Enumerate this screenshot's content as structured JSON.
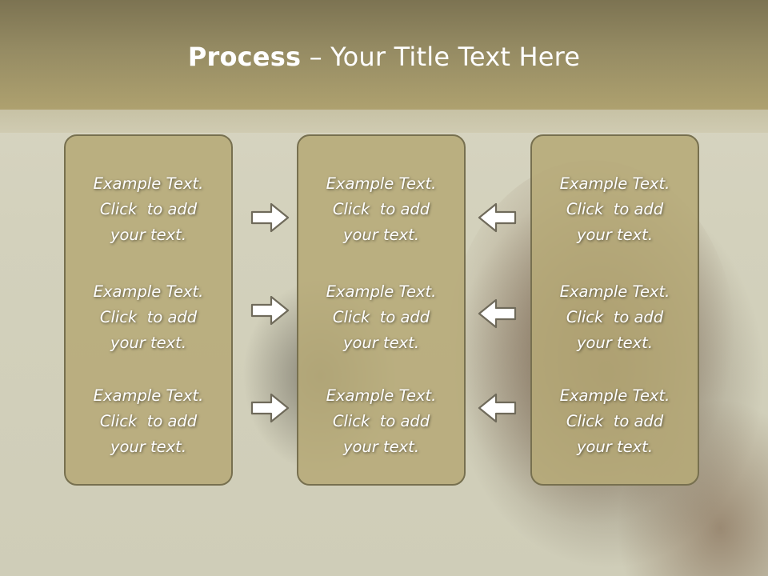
{
  "title": {
    "bold": "Process",
    "rest": " – Your Title Text Here"
  },
  "columns": {
    "left": [
      [
        "Example Text.",
        "Click  to add",
        "your text."
      ],
      [
        "Example Text.",
        "Click  to add",
        "your text."
      ],
      [
        "Example Text.",
        "Click  to add",
        "your text."
      ]
    ],
    "middle": [
      [
        "Example Text.",
        "Click  to add",
        "your text."
      ],
      [
        "Example Text.",
        "Click  to add",
        "your text."
      ],
      [
        "Example Text.",
        "Click  to add",
        "your text."
      ]
    ],
    "right": [
      [
        "Example Text.",
        "Click  to add",
        "your text."
      ],
      [
        "Example Text.",
        "Click  to add",
        "your text."
      ],
      [
        "Example Text.",
        "Click  to add",
        "your text."
      ]
    ]
  },
  "arrows": {
    "left_to_middle": [
      "arrow-right-icon",
      "arrow-right-icon",
      "arrow-right-icon"
    ],
    "right_to_middle": [
      "arrow-left-icon",
      "arrow-left-icon",
      "arrow-left-icon"
    ]
  },
  "colors": {
    "title_bar": "#958b63",
    "column_fill": "#b6aa78",
    "column_border": "#77704f",
    "text": "#ffffff"
  }
}
